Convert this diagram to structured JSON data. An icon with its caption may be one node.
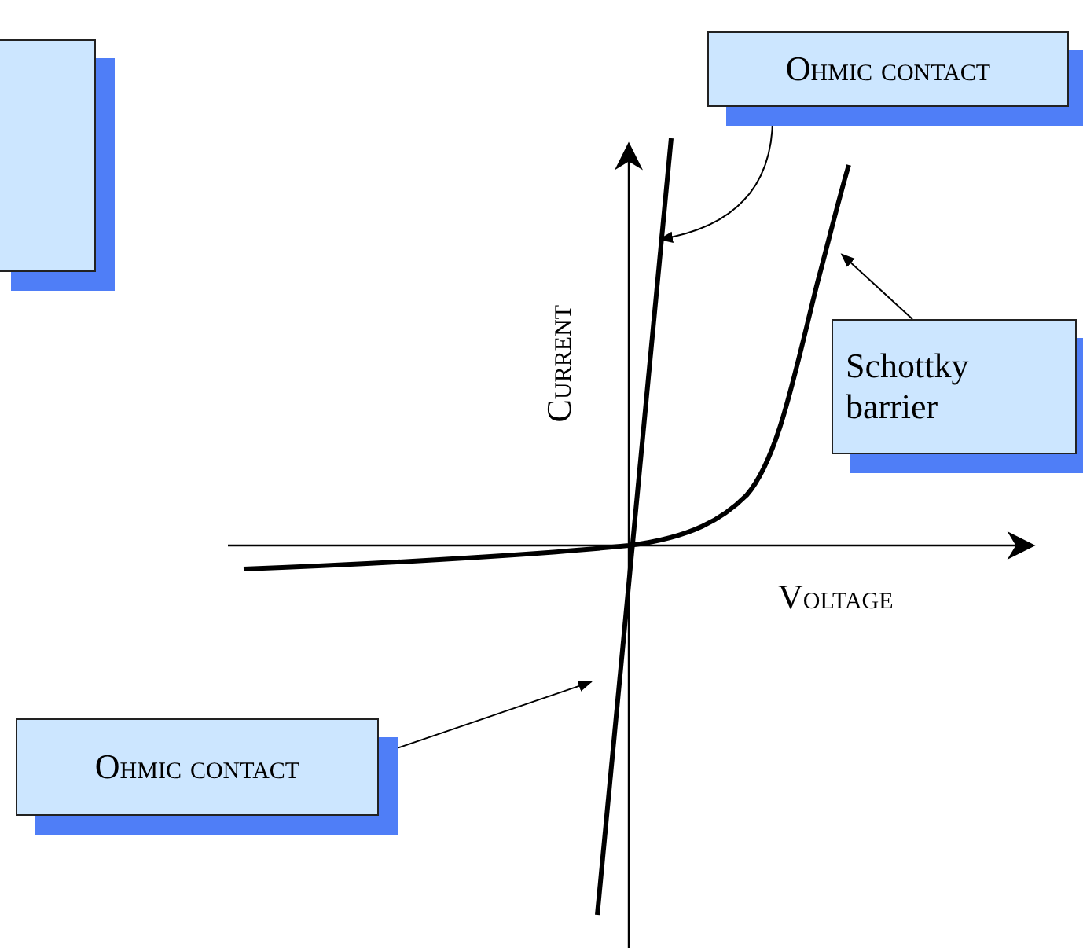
{
  "diagram": {
    "nodes": [
      {
        "text": [],
        "shape": "box"
      },
      {
        "text": [
          "Ohmic contact"
        ]
      },
      {
        "text": [
          "Schottky barrier"
        ]
      },
      {
        "text": [
          "Ohmic contact"
        ]
      },
      {
        "text": [],
        "shape": "line"
      },
      {
        "text": [],
        "shape": "line"
      }
    ],
    "edges": [
      {
        "from": 1,
        "to": 4,
        "arrow": "to"
      },
      {
        "from": 2,
        "to": 5,
        "arrow": "to"
      },
      {
        "from": 3,
        "to": 4,
        "arrow": "to"
      }
    ],
    "labels": [
      "Current",
      "Voltage"
    ]
  }
}
